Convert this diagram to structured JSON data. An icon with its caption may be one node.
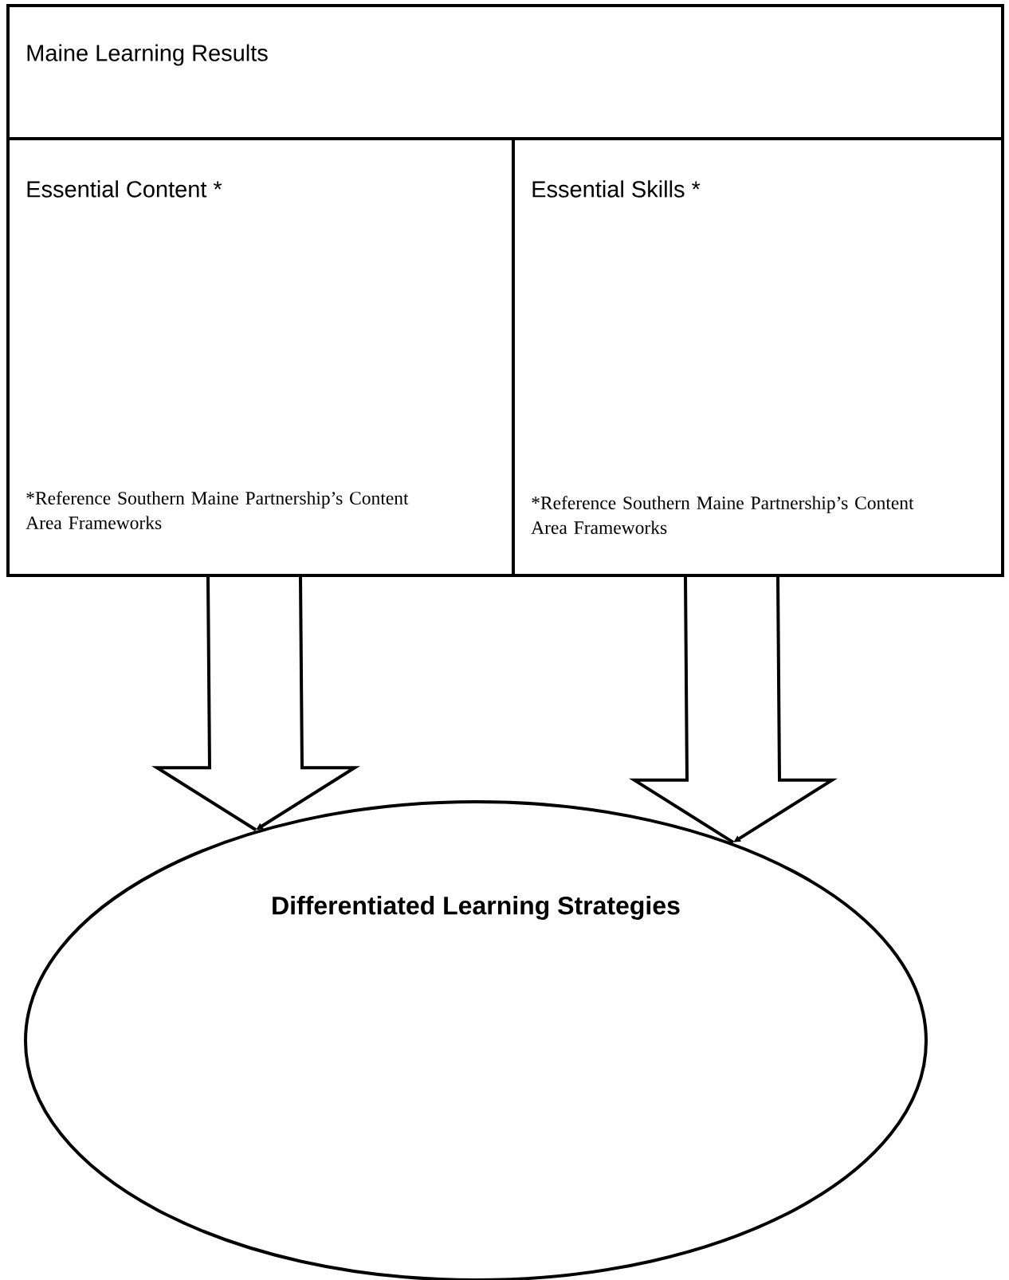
{
  "diagram": {
    "nodes": [
      {
        "text": [
          "Maine Learning Results"
        ]
      },
      {
        "text": [
          "Essential Content *",
          "*Reference Southern Maine Partnership’s Content Area Frameworks"
        ]
      },
      {
        "text": [
          "Essential Skills *",
          "*Reference Southern Maine Partnership’s Content Area Frameworks"
        ]
      },
      {
        "text": [
          "Differentiated Learning Strategies"
        ]
      }
    ],
    "edges": [
      {
        "from": 1,
        "to": 3,
        "arrow": "to"
      },
      {
        "from": 2,
        "to": 3,
        "arrow": "to"
      }
    ]
  }
}
